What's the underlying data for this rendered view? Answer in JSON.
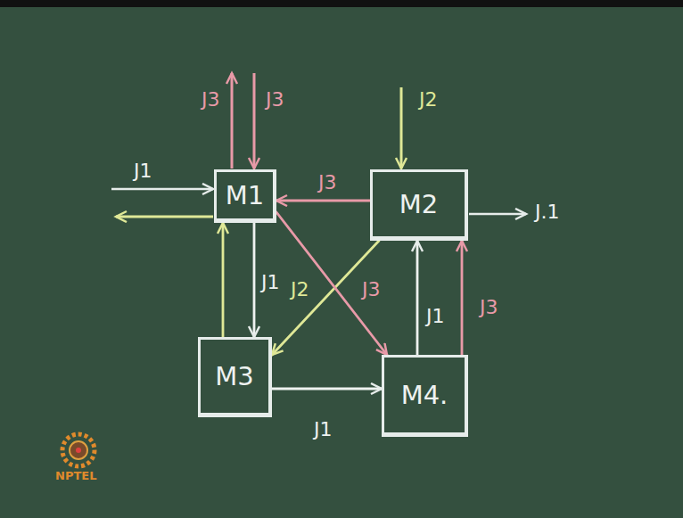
{
  "diagram": {
    "nodes": [
      {
        "text": [
          "M1"
        ]
      },
      {
        "text": [
          "M2"
        ]
      },
      {
        "text": [
          "M3"
        ]
      },
      {
        "text": [
          "M4."
        ]
      }
    ],
    "edges": [
      {
        "from": 0,
        "to": 2,
        "label": "J1",
        "arrow": "to"
      },
      {
        "from": 2,
        "to": 0,
        "arrow": "to"
      },
      {
        "from": 1,
        "to": 0,
        "label": "J3",
        "arrow": "to"
      },
      {
        "from": 1,
        "to": 2,
        "label": "J2",
        "arrow": "to"
      },
      {
        "from": 0,
        "to": 3,
        "label": "J3",
        "arrow": "to"
      },
      {
        "from": 2,
        "to": 3,
        "label": "J1",
        "arrow": "to"
      },
      {
        "from": 3,
        "to": 1,
        "label": "J1",
        "arrow": "to"
      },
      {
        "from": 3,
        "to": 1,
        "label": "J3",
        "arrow": "to"
      }
    ],
    "labels": [
      "J3",
      "J3",
      "J1",
      "J2",
      "J.1",
      "NPTEL"
    ]
  }
}
